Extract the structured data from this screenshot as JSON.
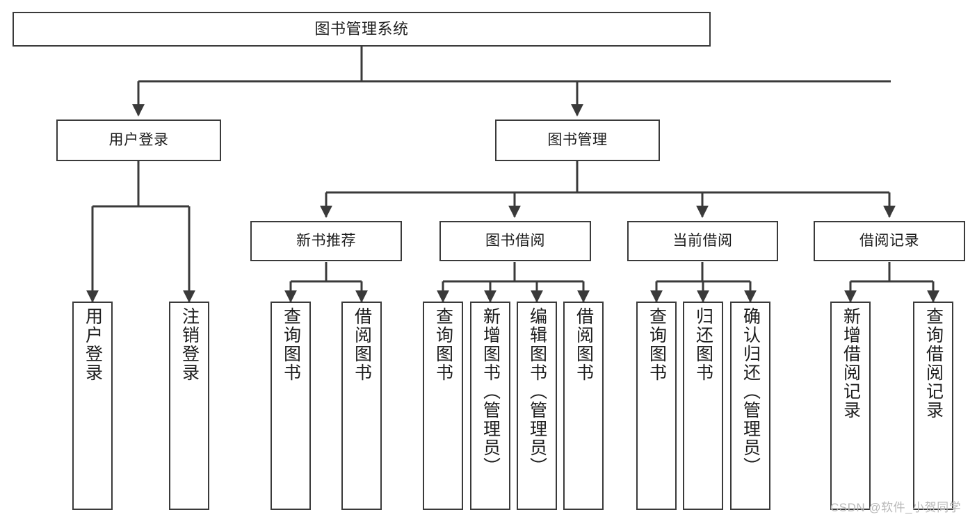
{
  "diagram": {
    "title": "图书管理系统",
    "type": "hierarchy-tree",
    "colors": {
      "box_border": "#3a3a3a",
      "box_fill": "#ffffff",
      "edge": "#3a3a3a",
      "text": "#1c1c1c",
      "watermark": "#b8b8b8"
    },
    "root": {
      "label": "图书管理系统"
    },
    "level1": [
      {
        "label": "用户登录"
      },
      {
        "label": "图书管理"
      }
    ],
    "level2": [
      {
        "label": "新书推荐"
      },
      {
        "label": "图书借阅"
      },
      {
        "label": "当前借阅"
      },
      {
        "label": "借阅记录"
      }
    ],
    "leaves": {
      "user_login": [
        {
          "label": "用户登录"
        },
        {
          "label": "注销登录"
        }
      ],
      "new_book_recommend": [
        {
          "label": "查询图书"
        },
        {
          "label": "借阅图书"
        }
      ],
      "book_borrow": [
        {
          "label": "查询图书"
        },
        {
          "label": "新增图书（管理员）"
        },
        {
          "label": "编辑图书（管理员）"
        },
        {
          "label": "借阅图书"
        }
      ],
      "current_borrow": [
        {
          "label": "查询图书"
        },
        {
          "label": "归还图书"
        },
        {
          "label": "确认归还（管理员）"
        }
      ],
      "borrow_record": [
        {
          "label": "新增借阅记录"
        },
        {
          "label": "查询借阅记录"
        }
      ]
    }
  },
  "watermark": {
    "text": "CSDN @软件_小贺同学"
  }
}
